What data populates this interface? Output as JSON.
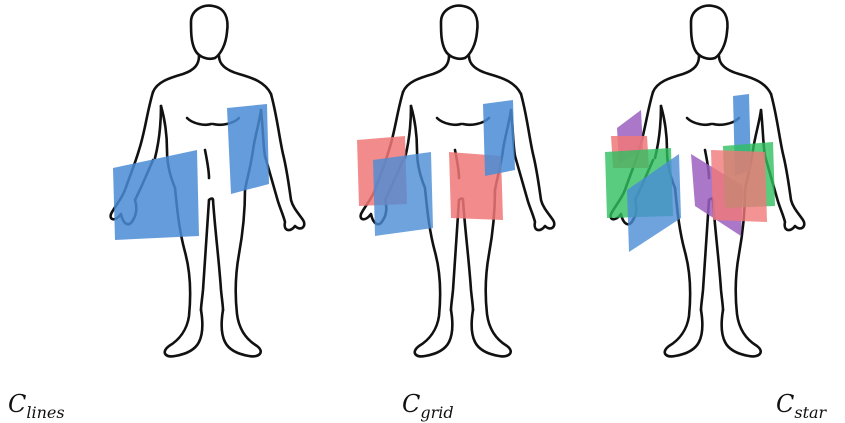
{
  "panels": [
    {
      "caption_main": "C",
      "caption_sub": "lines",
      "planes": [
        {
          "color": "#4a8cd6"
        },
        {
          "color": "#4a8cd6"
        }
      ]
    },
    {
      "caption_main": "C",
      "caption_sub": "grid",
      "planes": [
        {
          "color": "#f07878"
        },
        {
          "color": "#4a8cd6"
        },
        {
          "color": "#f07878"
        },
        {
          "color": "#4a8cd6"
        }
      ]
    },
    {
      "caption_main": "C",
      "caption_sub": "star",
      "planes": [
        {
          "color": "#9b5fc0"
        },
        {
          "color": "#f07878"
        },
        {
          "color": "#2fbf60"
        },
        {
          "color": "#4a8cd6"
        },
        {
          "color": "#9b5fc0"
        },
        {
          "color": "#2fbf60"
        },
        {
          "color": "#f07878"
        }
      ]
    }
  ],
  "colors": {
    "blue": "#4a8cd6",
    "red": "#f07878",
    "green": "#2fbf60",
    "purple": "#9b5fc0",
    "outline": "#111111"
  }
}
